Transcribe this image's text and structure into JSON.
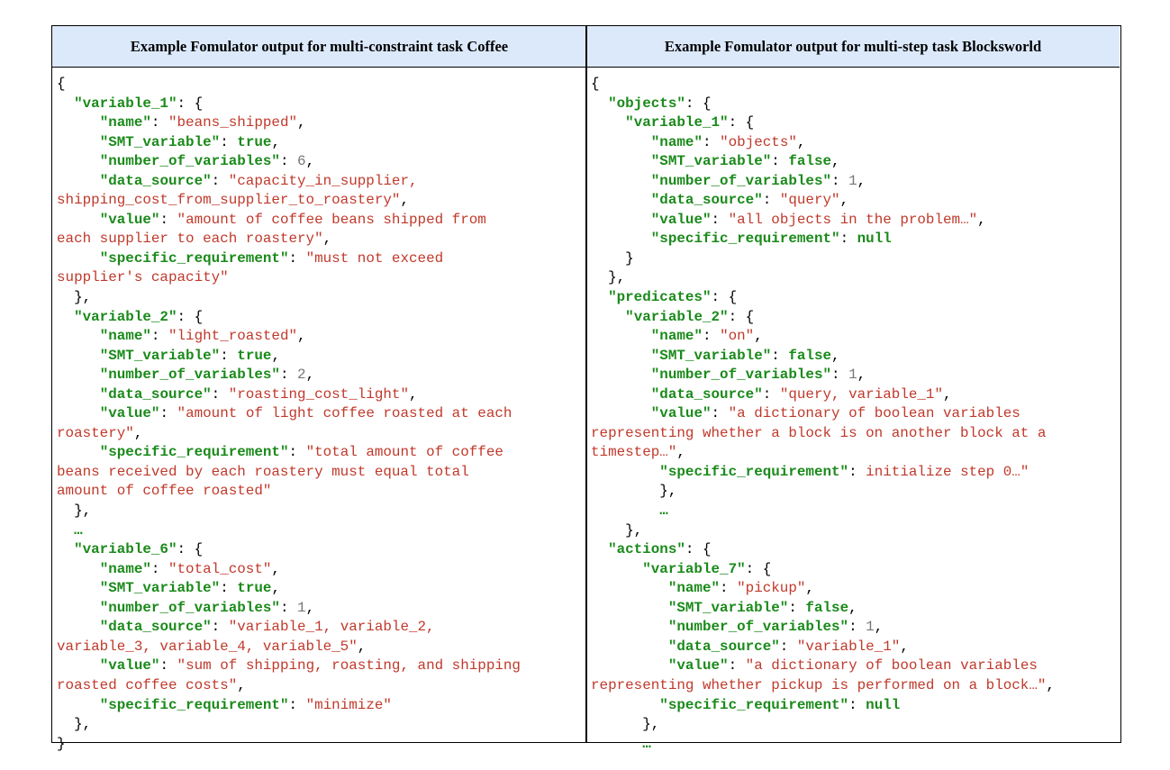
{
  "headers": {
    "left": "Example Fomulator output for multi-constraint task Coffee",
    "right": "Example Fomulator output for multi-step task Blocksworld"
  },
  "left_code": [
    [
      [
        "p",
        "{"
      ]
    ],
    [
      [
        "p",
        "  "
      ],
      [
        "k",
        "\"variable_1\""
      ],
      [
        "p",
        ": {"
      ]
    ],
    [
      [
        "p",
        "     "
      ],
      [
        "k",
        "\"name\""
      ],
      [
        "p",
        ": "
      ],
      [
        "s",
        "\"beans_shipped\""
      ],
      [
        "p",
        ","
      ]
    ],
    [
      [
        "p",
        "     "
      ],
      [
        "k",
        "\"SMT_variable\""
      ],
      [
        "p",
        ": "
      ],
      [
        "b",
        "true"
      ],
      [
        "p",
        ","
      ]
    ],
    [
      [
        "p",
        "     "
      ],
      [
        "k",
        "\"number_of_variables\""
      ],
      [
        "p",
        ": "
      ],
      [
        "n",
        "6"
      ],
      [
        "p",
        ","
      ]
    ],
    [
      [
        "p",
        "     "
      ],
      [
        "k",
        "\"data_source\""
      ],
      [
        "p",
        ": "
      ],
      [
        "s",
        "\"capacity_in_supplier,"
      ]
    ],
    [
      [
        "s",
        "shipping_cost_from_supplier_to_roastery\""
      ],
      [
        "p",
        ","
      ]
    ],
    [
      [
        "p",
        "     "
      ],
      [
        "k",
        "\"value\""
      ],
      [
        "p",
        ": "
      ],
      [
        "s",
        "\"amount of coffee beans shipped from"
      ]
    ],
    [
      [
        "s",
        "each supplier to each roastery\""
      ],
      [
        "p",
        ","
      ]
    ],
    [
      [
        "p",
        "     "
      ],
      [
        "k",
        "\"specific_requirement\""
      ],
      [
        "p",
        ": "
      ],
      [
        "s",
        "\"must not exceed"
      ]
    ],
    [
      [
        "s",
        "supplier's capacity\""
      ]
    ],
    [
      [
        "p",
        "  },"
      ]
    ],
    [
      [
        "p",
        "  "
      ],
      [
        "k",
        "\"variable_2\""
      ],
      [
        "p",
        ": {"
      ]
    ],
    [
      [
        "p",
        "     "
      ],
      [
        "k",
        "\"name\""
      ],
      [
        "p",
        ": "
      ],
      [
        "s",
        "\"light_roasted\""
      ],
      [
        "p",
        ","
      ]
    ],
    [
      [
        "p",
        "     "
      ],
      [
        "k",
        "\"SMT_variable\""
      ],
      [
        "p",
        ": "
      ],
      [
        "b",
        "true"
      ],
      [
        "p",
        ","
      ]
    ],
    [
      [
        "p",
        "     "
      ],
      [
        "k",
        "\"number_of_variables\""
      ],
      [
        "p",
        ": "
      ],
      [
        "n",
        "2"
      ],
      [
        "p",
        ","
      ]
    ],
    [
      [
        "p",
        "     "
      ],
      [
        "k",
        "\"data_source\""
      ],
      [
        "p",
        ": "
      ],
      [
        "s",
        "\"roasting_cost_light\""
      ],
      [
        "p",
        ","
      ]
    ],
    [
      [
        "p",
        "     "
      ],
      [
        "k",
        "\"value\""
      ],
      [
        "p",
        ": "
      ],
      [
        "s",
        "\"amount of light coffee roasted at each"
      ]
    ],
    [
      [
        "s",
        "roastery\""
      ],
      [
        "p",
        ","
      ]
    ],
    [
      [
        "p",
        "     "
      ],
      [
        "k",
        "\"specific_requirement\""
      ],
      [
        "p",
        ": "
      ],
      [
        "s",
        "\"total amount of coffee"
      ]
    ],
    [
      [
        "s",
        "beans received by each roastery must equal total"
      ]
    ],
    [
      [
        "s",
        "amount of coffee roasted\""
      ]
    ],
    [
      [
        "p",
        "  },"
      ]
    ],
    [
      [
        "k",
        "  …"
      ]
    ],
    [
      [
        "p",
        "  "
      ],
      [
        "k",
        "\"variable_6\""
      ],
      [
        "p",
        ": {"
      ]
    ],
    [
      [
        "p",
        "     "
      ],
      [
        "k",
        "\"name\""
      ],
      [
        "p",
        ": "
      ],
      [
        "s",
        "\"total_cost\""
      ],
      [
        "p",
        ","
      ]
    ],
    [
      [
        "p",
        "     "
      ],
      [
        "k",
        "\"SMT_variable\""
      ],
      [
        "p",
        ": "
      ],
      [
        "b",
        "true"
      ],
      [
        "p",
        ","
      ]
    ],
    [
      [
        "p",
        "     "
      ],
      [
        "k",
        "\"number_of_variables\""
      ],
      [
        "p",
        ": "
      ],
      [
        "n",
        "1"
      ],
      [
        "p",
        ","
      ]
    ],
    [
      [
        "p",
        "     "
      ],
      [
        "k",
        "\"data_source\""
      ],
      [
        "p",
        ": "
      ],
      [
        "s",
        "\"variable_1, variable_2,"
      ]
    ],
    [
      [
        "s",
        "variable_3, variable_4, variable_5\""
      ],
      [
        "p",
        ","
      ]
    ],
    [
      [
        "p",
        "     "
      ],
      [
        "k",
        "\"value\""
      ],
      [
        "p",
        ": "
      ],
      [
        "s",
        "\"sum of shipping, roasting, and shipping"
      ]
    ],
    [
      [
        "s",
        "roasted coffee costs\""
      ],
      [
        "p",
        ","
      ]
    ],
    [
      [
        "p",
        "     "
      ],
      [
        "k",
        "\"specific_requirement\""
      ],
      [
        "p",
        ": "
      ],
      [
        "s",
        "\"minimize\""
      ]
    ],
    [
      [
        "p",
        "  },"
      ]
    ],
    [
      [
        "p",
        "}"
      ]
    ]
  ],
  "right_code": [
    [
      [
        "p",
        "{"
      ]
    ],
    [
      [
        "p",
        "  "
      ],
      [
        "k",
        "\"objects\""
      ],
      [
        "p",
        ": {"
      ]
    ],
    [
      [
        "p",
        "    "
      ],
      [
        "k",
        "\"variable_1\""
      ],
      [
        "p",
        ": {"
      ]
    ],
    [
      [
        "p",
        "       "
      ],
      [
        "k",
        "\"name\""
      ],
      [
        "p",
        ": "
      ],
      [
        "s",
        "\"objects\""
      ],
      [
        "p",
        ","
      ]
    ],
    [
      [
        "p",
        "       "
      ],
      [
        "k",
        "\"SMT_variable\""
      ],
      [
        "p",
        ": "
      ],
      [
        "b",
        "false"
      ],
      [
        "p",
        ","
      ]
    ],
    [
      [
        "p",
        "       "
      ],
      [
        "k",
        "\"number_of_variables\""
      ],
      [
        "p",
        ": "
      ],
      [
        "n",
        "1"
      ],
      [
        "p",
        ","
      ]
    ],
    [
      [
        "p",
        "       "
      ],
      [
        "k",
        "\"data_source\""
      ],
      [
        "p",
        ": "
      ],
      [
        "s",
        "\"query\""
      ],
      [
        "p",
        ","
      ]
    ],
    [
      [
        "p",
        "       "
      ],
      [
        "k",
        "\"value\""
      ],
      [
        "p",
        ": "
      ],
      [
        "s",
        "\"all objects in the problem…\""
      ],
      [
        "p",
        ","
      ]
    ],
    [
      [
        "p",
        "       "
      ],
      [
        "k",
        "\"specific_requirement\""
      ],
      [
        "p",
        ": "
      ],
      [
        "b",
        "null"
      ]
    ],
    [
      [
        "p",
        "    }"
      ]
    ],
    [
      [
        "p",
        "  },"
      ]
    ],
    [
      [
        "p",
        "  "
      ],
      [
        "k",
        "\"predicates\""
      ],
      [
        "p",
        ": {"
      ]
    ],
    [
      [
        "p",
        "    "
      ],
      [
        "k",
        "\"variable_2\""
      ],
      [
        "p",
        ": {"
      ]
    ],
    [
      [
        "p",
        "       "
      ],
      [
        "k",
        "\"name\""
      ],
      [
        "p",
        ": "
      ],
      [
        "s",
        "\"on\""
      ],
      [
        "p",
        ","
      ]
    ],
    [
      [
        "p",
        "       "
      ],
      [
        "k",
        "\"SMT_variable\""
      ],
      [
        "p",
        ": "
      ],
      [
        "b",
        "false"
      ],
      [
        "p",
        ","
      ]
    ],
    [
      [
        "p",
        "       "
      ],
      [
        "k",
        "\"number_of_variables\""
      ],
      [
        "p",
        ": "
      ],
      [
        "n",
        "1"
      ],
      [
        "p",
        ","
      ]
    ],
    [
      [
        "p",
        "       "
      ],
      [
        "k",
        "\"data_source\""
      ],
      [
        "p",
        ": "
      ],
      [
        "s",
        "\"query, variable_1\""
      ],
      [
        "p",
        ","
      ]
    ],
    [
      [
        "p",
        "       "
      ],
      [
        "k",
        "\"value\""
      ],
      [
        "p",
        ": "
      ],
      [
        "s",
        "\"a dictionary of boolean variables"
      ]
    ],
    [
      [
        "s",
        "representing whether a block is on another block at a"
      ]
    ],
    [
      [
        "s",
        "timestep…\""
      ],
      [
        "p",
        ","
      ]
    ],
    [
      [
        "p",
        "        "
      ],
      [
        "k",
        "\"specific_requirement\""
      ],
      [
        "p",
        ": "
      ],
      [
        "s",
        "initialize step 0…\""
      ]
    ],
    [
      [
        "p",
        "        },"
      ]
    ],
    [
      [
        "k",
        "        …"
      ]
    ],
    [
      [
        "p",
        "    },"
      ]
    ],
    [
      [
        "p",
        "  "
      ],
      [
        "k",
        "\"actions\""
      ],
      [
        "p",
        ": {"
      ]
    ],
    [
      [
        "p",
        "      "
      ],
      [
        "k",
        "\"variable_7\""
      ],
      [
        "p",
        ": {"
      ]
    ],
    [
      [
        "p",
        "         "
      ],
      [
        "k",
        "\"name\""
      ],
      [
        "p",
        ": "
      ],
      [
        "s",
        "\"pickup\""
      ],
      [
        "p",
        ","
      ]
    ],
    [
      [
        "p",
        "         "
      ],
      [
        "k",
        "\"SMT_variable\""
      ],
      [
        "p",
        ": "
      ],
      [
        "b",
        "false"
      ],
      [
        "p",
        ","
      ]
    ],
    [
      [
        "p",
        "         "
      ],
      [
        "k",
        "\"number_of_variables\""
      ],
      [
        "p",
        ": "
      ],
      [
        "n",
        "1"
      ],
      [
        "p",
        ","
      ]
    ],
    [
      [
        "p",
        "         "
      ],
      [
        "k",
        "\"data_source\""
      ],
      [
        "p",
        ": "
      ],
      [
        "s",
        "\"variable_1\""
      ],
      [
        "p",
        ","
      ]
    ],
    [
      [
        "p",
        "         "
      ],
      [
        "k",
        "\"value\""
      ],
      [
        "p",
        ": "
      ],
      [
        "s",
        "\"a dictionary of boolean variables"
      ]
    ],
    [
      [
        "s",
        "representing whether pickup is performed on a block…\""
      ],
      [
        "p",
        ","
      ]
    ],
    [
      [
        "p",
        "        "
      ],
      [
        "k",
        "\"specific_requirement\""
      ],
      [
        "p",
        ": "
      ],
      [
        "b",
        "null"
      ]
    ],
    [
      [
        "p",
        "      },"
      ]
    ],
    [
      [
        "k",
        "      …"
      ]
    ]
  ]
}
